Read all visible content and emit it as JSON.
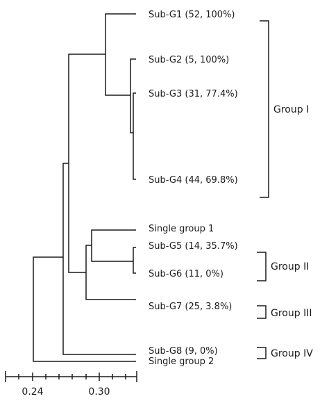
{
  "leaves": [
    {
      "label": "Sub-G1 (52, 100%)"
    },
    {
      "label": "Sub-G2 (5, 100%)"
    },
    {
      "label": "Sub-G3 (31, 77.4%)"
    },
    {
      "label": "Sub-G4 (44, 69.8%)"
    },
    {
      "label": "Single group 1"
    },
    {
      "label": "Sub-G5 (14, 35.7%)"
    },
    {
      "label": "Sub-G6 (11, 0%)"
    },
    {
      "label": "Sub-G7 (25, 3.8%)"
    },
    {
      "label": "Sub-G8 (9, 0%)"
    },
    {
      "label": "Single group 2"
    }
  ],
  "groups": [
    {
      "label": "Group I"
    },
    {
      "label": "Group II"
    },
    {
      "label": "Group III"
    },
    {
      "label": "Group IV"
    }
  ],
  "axis": {
    "ticks": [
      "0.24",
      "0.30"
    ]
  }
}
